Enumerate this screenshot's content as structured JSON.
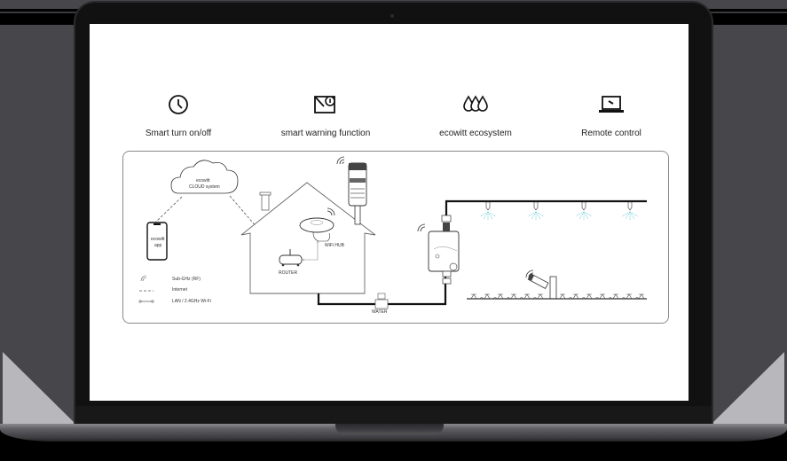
{
  "device": {
    "type": "laptop-mockup",
    "bezel_color": "#111111",
    "screen_color": "#ffffff"
  },
  "features": [
    {
      "icon": "clock-icon",
      "label": "Smart turn on/off"
    },
    {
      "icon": "warning-envelope-icon",
      "label": "smart warning function"
    },
    {
      "icon": "water-drops-icon",
      "label": "ecowitt ecosystem"
    },
    {
      "icon": "laptop-icon",
      "label": "Remote control"
    }
  ],
  "diagram": {
    "cloud": {
      "line1": "ecowitt",
      "line2": "CLOUD system"
    },
    "phone": {
      "line1": "ecowitt",
      "line2": "app"
    },
    "router_label": "ROUTER",
    "hub_label": "WiFi HUB",
    "water_label": "WATER",
    "legend": [
      {
        "symbol": "wireless-icon",
        "label": "Sub-GHz (RF)"
      },
      {
        "symbol": "dashed-line",
        "label": "Internet"
      },
      {
        "symbol": "solid-line-dots",
        "label": "LAN / 2.4GHz Wi-Fi"
      }
    ],
    "colors": {
      "pipe": "#111111",
      "spray": "#7fd0dd",
      "border": "#8a8a8a"
    }
  }
}
